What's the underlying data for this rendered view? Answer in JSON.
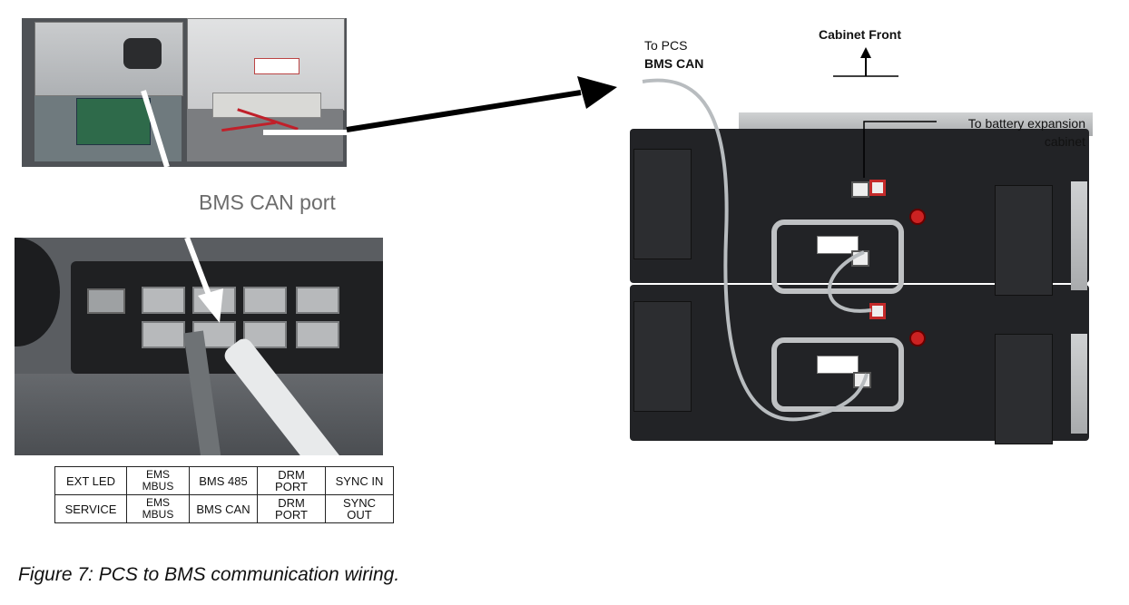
{
  "labels": {
    "bms_can_port": "BMS CAN port",
    "to_pcs_line1": "To PCS",
    "to_pcs_line2": "BMS CAN",
    "cabinet_front": "Cabinet Front",
    "expansion_line1": "To battery expansion",
    "expansion_line2": "cabinet"
  },
  "port_table": {
    "rows": [
      [
        "EXT LED",
        "EMS\nMBUS",
        "BMS 485",
        "DRM PORT",
        "SYNC IN"
      ],
      [
        "SERVICE",
        "EMS\nMBUS",
        "BMS CAN",
        "DRM PORT",
        "SYNC OUT"
      ]
    ]
  },
  "caption": "Figure 7: PCS to BMS communication wiring.",
  "colors": {
    "arrow": "#000000",
    "pointer": "#ffffff",
    "cable": "#b8bcbf",
    "label_gray": "#6c6c6c"
  }
}
